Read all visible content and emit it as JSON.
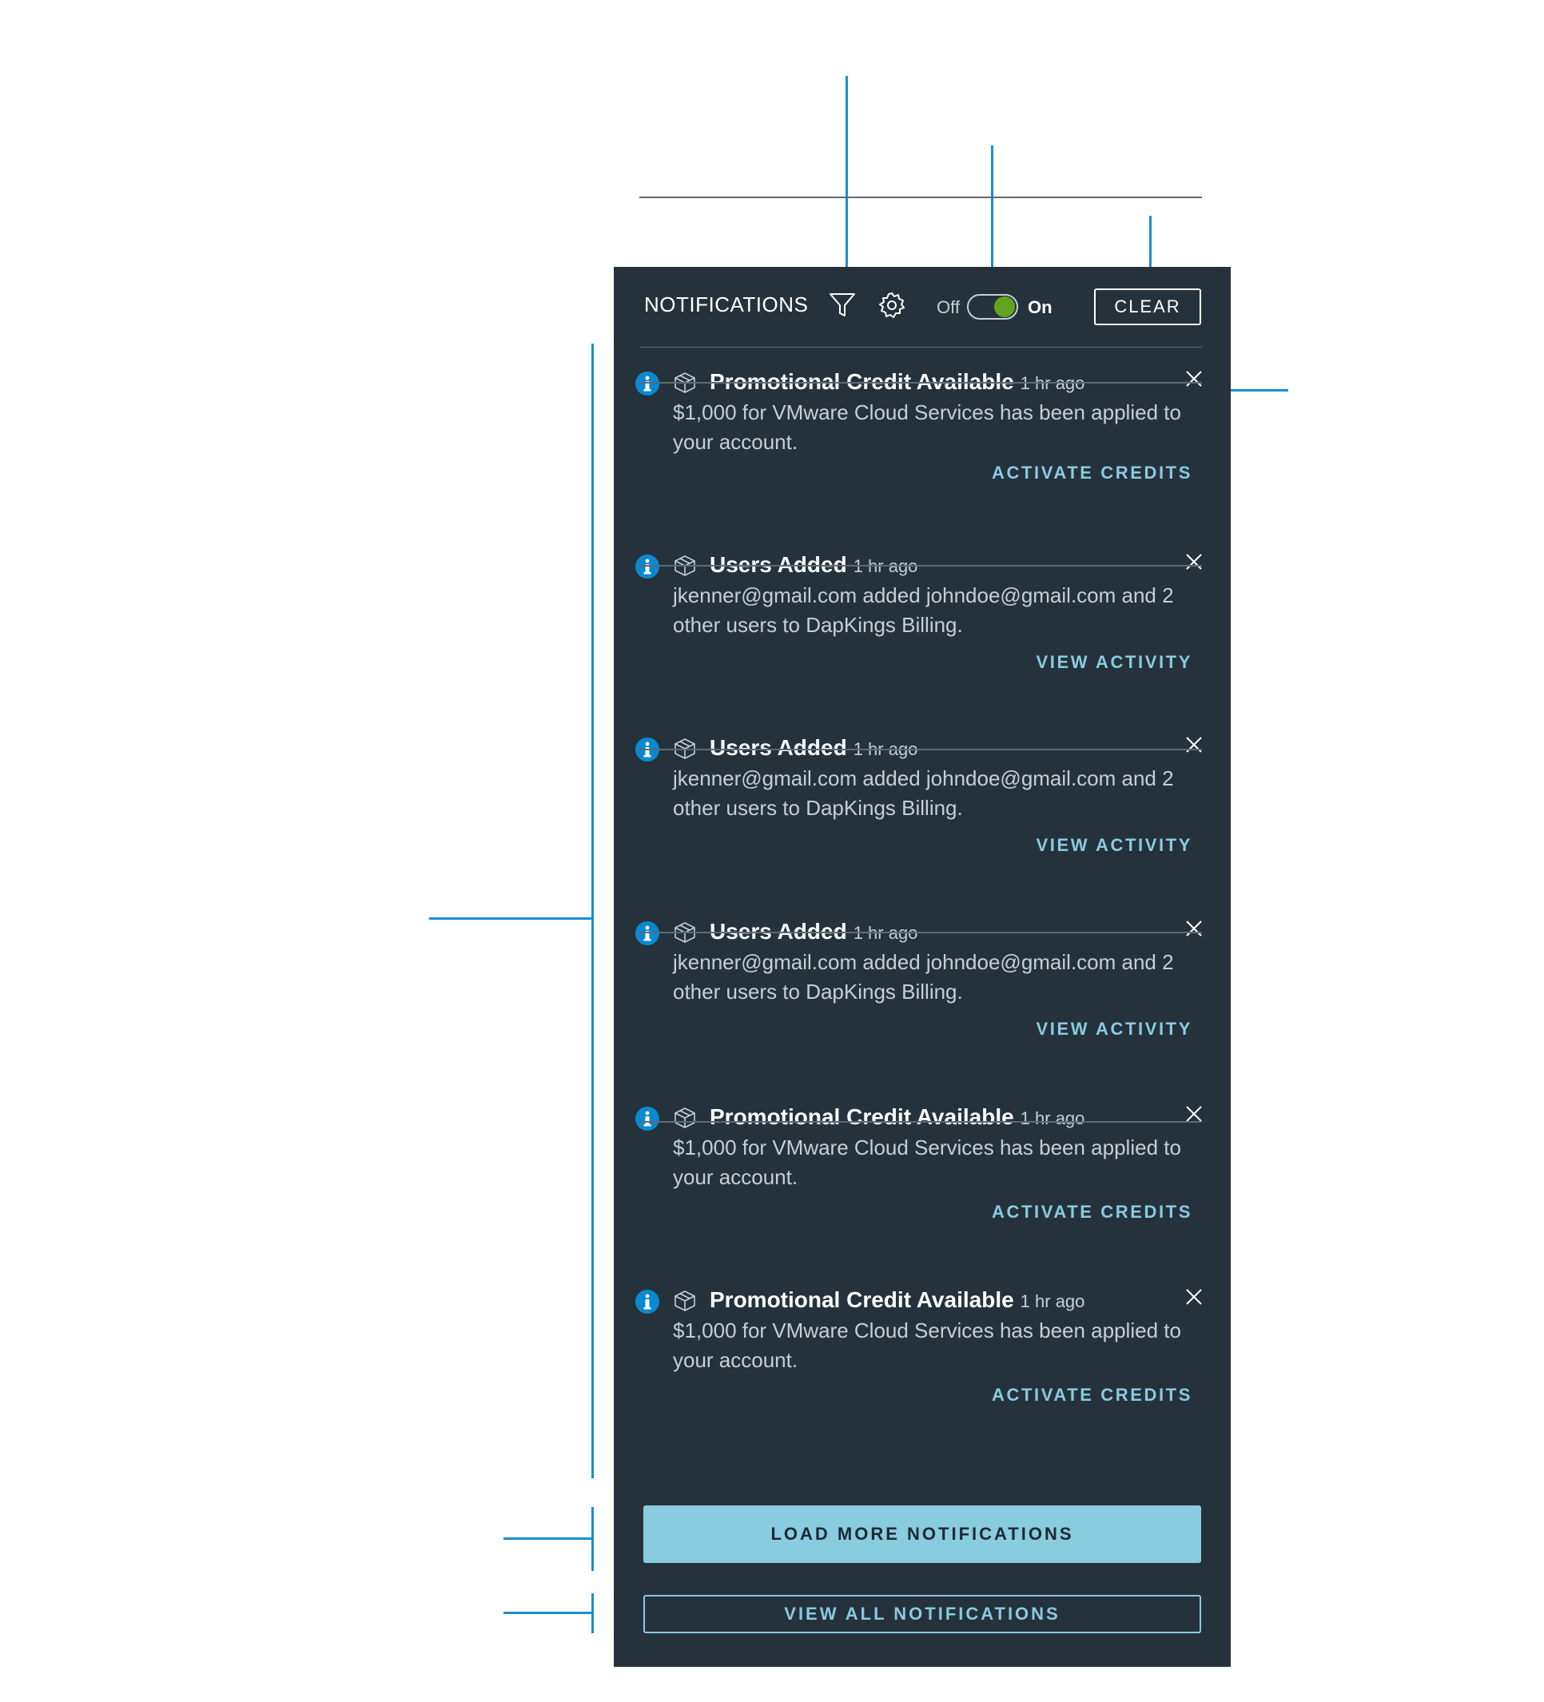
{
  "header": {
    "title": "NOTIFICATIONS",
    "filter_icon": "filter-icon",
    "settings_icon": "gear-icon",
    "toggle": {
      "off_label": "Off",
      "on_label": "On",
      "state": "on",
      "on_color": "#62a420"
    },
    "clear_label": "CLEAR"
  },
  "notifications": [
    {
      "title": "Promotional Credit Available",
      "time": "1 hr ago",
      "body": "$1,000 for VMware Cloud Services has been applied to your account.",
      "action": "ACTIVATE CREDITS"
    },
    {
      "title": "Users Added",
      "time": "1 hr ago",
      "body": "jkenner@gmail.com added johndoe@gmail.com and 2 other users to DapKings Billing.",
      "action": "VIEW ACTIVITY"
    },
    {
      "title": "Users Added",
      "time": "1 hr ago",
      "body": "jkenner@gmail.com added johndoe@gmail.com and 2 other users to DapKings Billing.",
      "action": "VIEW ACTIVITY"
    },
    {
      "title": "Users Added",
      "time": "1 hr ago",
      "body": "jkenner@gmail.com added johndoe@gmail.com and 2 other users to DapKings Billing.",
      "action": "VIEW ACTIVITY"
    },
    {
      "title": "Promotional Credit Available",
      "time": "1 hr ago",
      "body": "$1,000 for VMware Cloud Services has been applied to your account.",
      "action": "ACTIVATE CREDITS"
    },
    {
      "title": "Promotional Credit Available",
      "time": "1 hr ago",
      "body": "$1,000 for VMware Cloud Services has been applied to your account.",
      "action": "ACTIVATE CREDITS"
    }
  ],
  "footer": {
    "load_more_label": "LOAD MORE NOTIFICATIONS",
    "view_all_label": "VIEW ALL NOTIFICATIONS"
  },
  "colors": {
    "panel_bg": "#25323c",
    "accent": "#89cbdf",
    "info_blue": "#0a89d0",
    "callout_blue": "#1a8fd1"
  }
}
